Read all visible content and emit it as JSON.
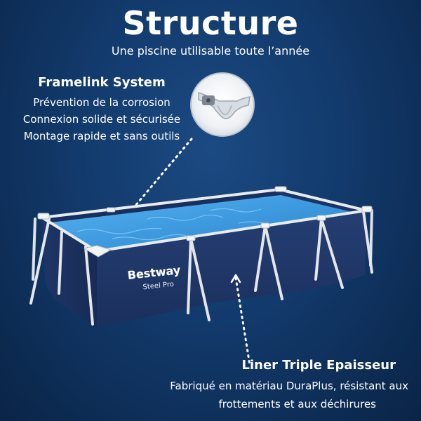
{
  "header": {
    "title": "Structure",
    "subtitle": "Une piscine utilisable toute l’année"
  },
  "framelink": {
    "heading": "Framelink System",
    "lines": [
      "Prévention de la corrosion",
      "Connexion solide et sécurisée",
      "Montage rapide et sans outils"
    ]
  },
  "liner": {
    "heading": "Liner Triple Epaisseur",
    "lines": [
      "Fabriqué en matériau DuraPlus, résistant aux",
      "frottements et aux déchirures"
    ]
  },
  "brand": {
    "logo": "Bestway",
    "model": "Steel Pro"
  },
  "colors": {
    "background": "#123a6c",
    "pool_wall": "#1e3566",
    "water": "#4aa6e8",
    "frame": "#e6e8ea"
  }
}
